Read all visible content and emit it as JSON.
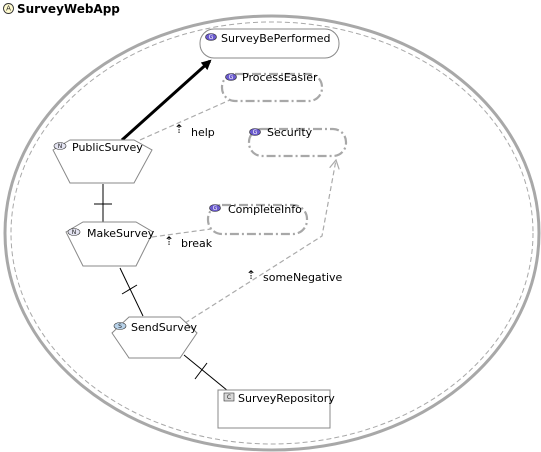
{
  "app": {
    "title": "SurveyWebApp",
    "badge": "A"
  },
  "goals": [
    {
      "id": "g1",
      "label": "SurveyBePerformed",
      "badge": "G"
    },
    {
      "id": "g2",
      "label": "ProcessEasier",
      "badge": "G"
    },
    {
      "id": "g3",
      "label": "Security",
      "badge": "G"
    },
    {
      "id": "g4",
      "label": "CompleteInfo",
      "badge": "G"
    }
  ],
  "agents": [
    {
      "id": "a1",
      "label": "PublicSurvey",
      "badge": "N"
    },
    {
      "id": "a2",
      "label": "MakeSurvey",
      "badge": "N"
    },
    {
      "id": "a3",
      "label": "SendSurvey",
      "badge": "S"
    }
  ],
  "resource": {
    "label": "SurveyRepository",
    "badge": "C"
  },
  "contributions": [
    {
      "label": "help"
    },
    {
      "label": "break"
    },
    {
      "label": "someNegative"
    }
  ],
  "colors": {
    "goal_badge": "#6a5acd",
    "boundary": "#a8a8a8",
    "dashed": "#aaaaaa",
    "node_stroke": "#888888"
  }
}
